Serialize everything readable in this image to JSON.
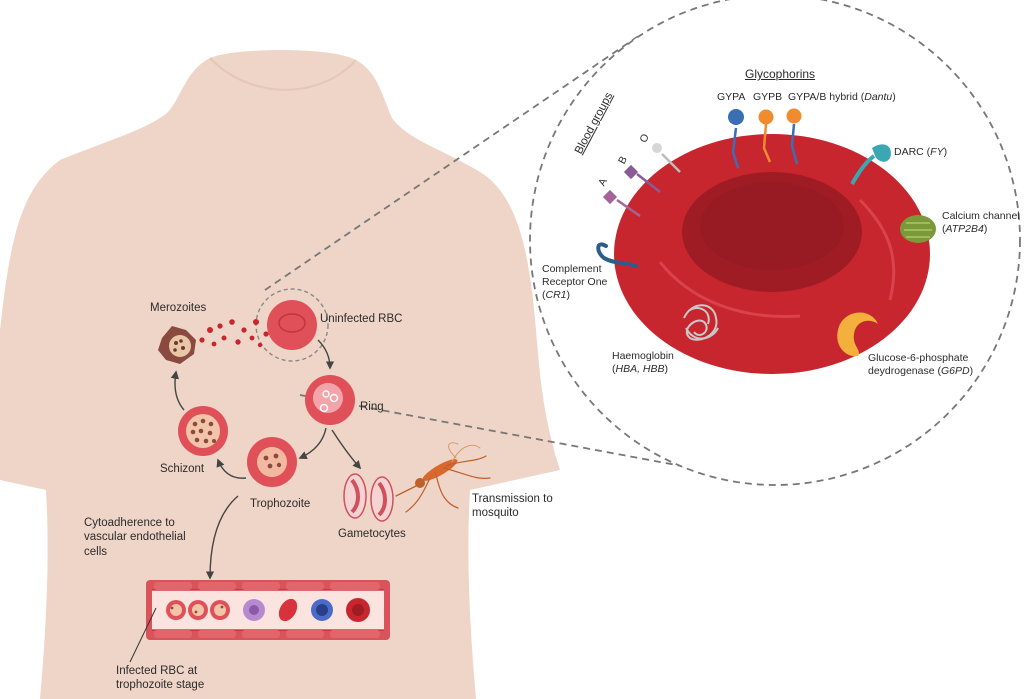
{
  "colors": {
    "skin": "#efd5c8",
    "rbc": "#c8262e",
    "rbc_dark": "#a01c24",
    "gypa": "#3a6fb5",
    "gypb": "#f08b2e",
    "darc": "#3aa7b3",
    "calcium": "#7a9a3a",
    "g6pd": "#f3b03d",
    "blood_group_a": "#a4649a",
    "blood_group_b": "#8a5a98"
  },
  "lifecycle": {
    "merozoites": "Merozoites",
    "uninfected_rbc": "Uninfected RBC",
    "ring": "Ring",
    "schizont": "Schizont",
    "trophozoite": "Trophozoite",
    "gametocytes": "Gametocytes",
    "transmission_line1": "Transmission to",
    "transmission_line2": "mosquito",
    "cytoadherence_line1": "Cytoadherence to",
    "cytoadherence_line2": "vascular endothelial",
    "cytoadherence_line3": "cells",
    "infected_line1": "Infected RBC at",
    "infected_line2": "trophozoite stage"
  },
  "zoom": {
    "glycophorins": "Glycophorins",
    "gypa": "GYPA",
    "gypb": "GYPB",
    "gypab_prefix": "GYPA/B hybrid (",
    "gypab_italic": "Dantu",
    "gypab_suffix": ")",
    "darc_prefix": "DARC (",
    "darc_italic": "FY",
    "darc_suffix": ")",
    "calcium_line1": "Calcium channel",
    "calcium_line2_prefix": "(",
    "calcium_line2_italic": "ATP2B4",
    "calcium_line2_suffix": ")",
    "blood_groups": "Blood groups",
    "bg_a": "A",
    "bg_b": "B",
    "bg_o": "O",
    "complement_line1": "Complement",
    "complement_line2": "Receptor One",
    "complement_line3_prefix": "(",
    "complement_line3_italic": "CR1",
    "complement_line3_suffix": ")",
    "haemoglobin_line1": "Haemoglobin",
    "haemoglobin_line2_prefix": "(",
    "haemoglobin_line2_italic": "HBA, HBB",
    "haemoglobin_line2_suffix": ")",
    "g6pd_line1": "Glucose-6-phosphate",
    "g6pd_line2_prefix": "deydrogenase (",
    "g6pd_line2_italic": "G6PD",
    "g6pd_line2_suffix": ")"
  }
}
